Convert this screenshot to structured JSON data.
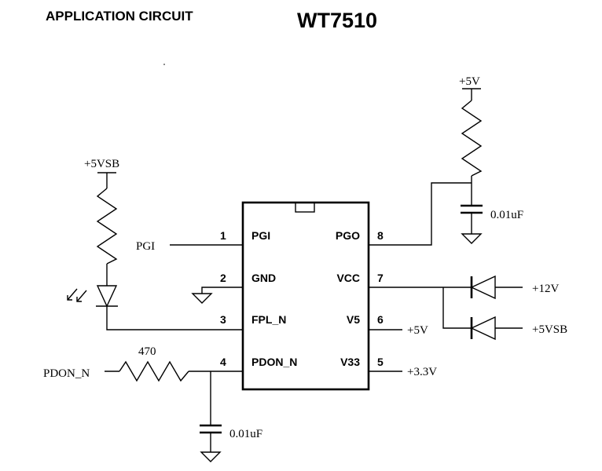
{
  "header": {
    "section_title": "APPLICATION CIRCUIT",
    "part_number": "WT7510"
  },
  "chip": {
    "pins": [
      {
        "num": "1",
        "name": "PGI"
      },
      {
        "num": "2",
        "name": "GND"
      },
      {
        "num": "3",
        "name": "FPL_N"
      },
      {
        "num": "4",
        "name": "PDON_N"
      },
      {
        "num": "5",
        "name": "V33"
      },
      {
        "num": "6",
        "name": "V5"
      },
      {
        "num": "7",
        "name": "VCC"
      },
      {
        "num": "8",
        "name": "PGO"
      }
    ]
  },
  "nets": {
    "pgi": "PGI",
    "pdon_n": "PDON_N",
    "vsb_top": "+5VSB",
    "v5_top": "+5V",
    "v5_pin6": "+5V",
    "v33": "+3.3V",
    "v12": "+12V",
    "vsb_right": "+5VSB"
  },
  "components": {
    "resistor_470": "470",
    "cap_pgo": "0.01uF",
    "cap_pdon": "0.01uF"
  }
}
